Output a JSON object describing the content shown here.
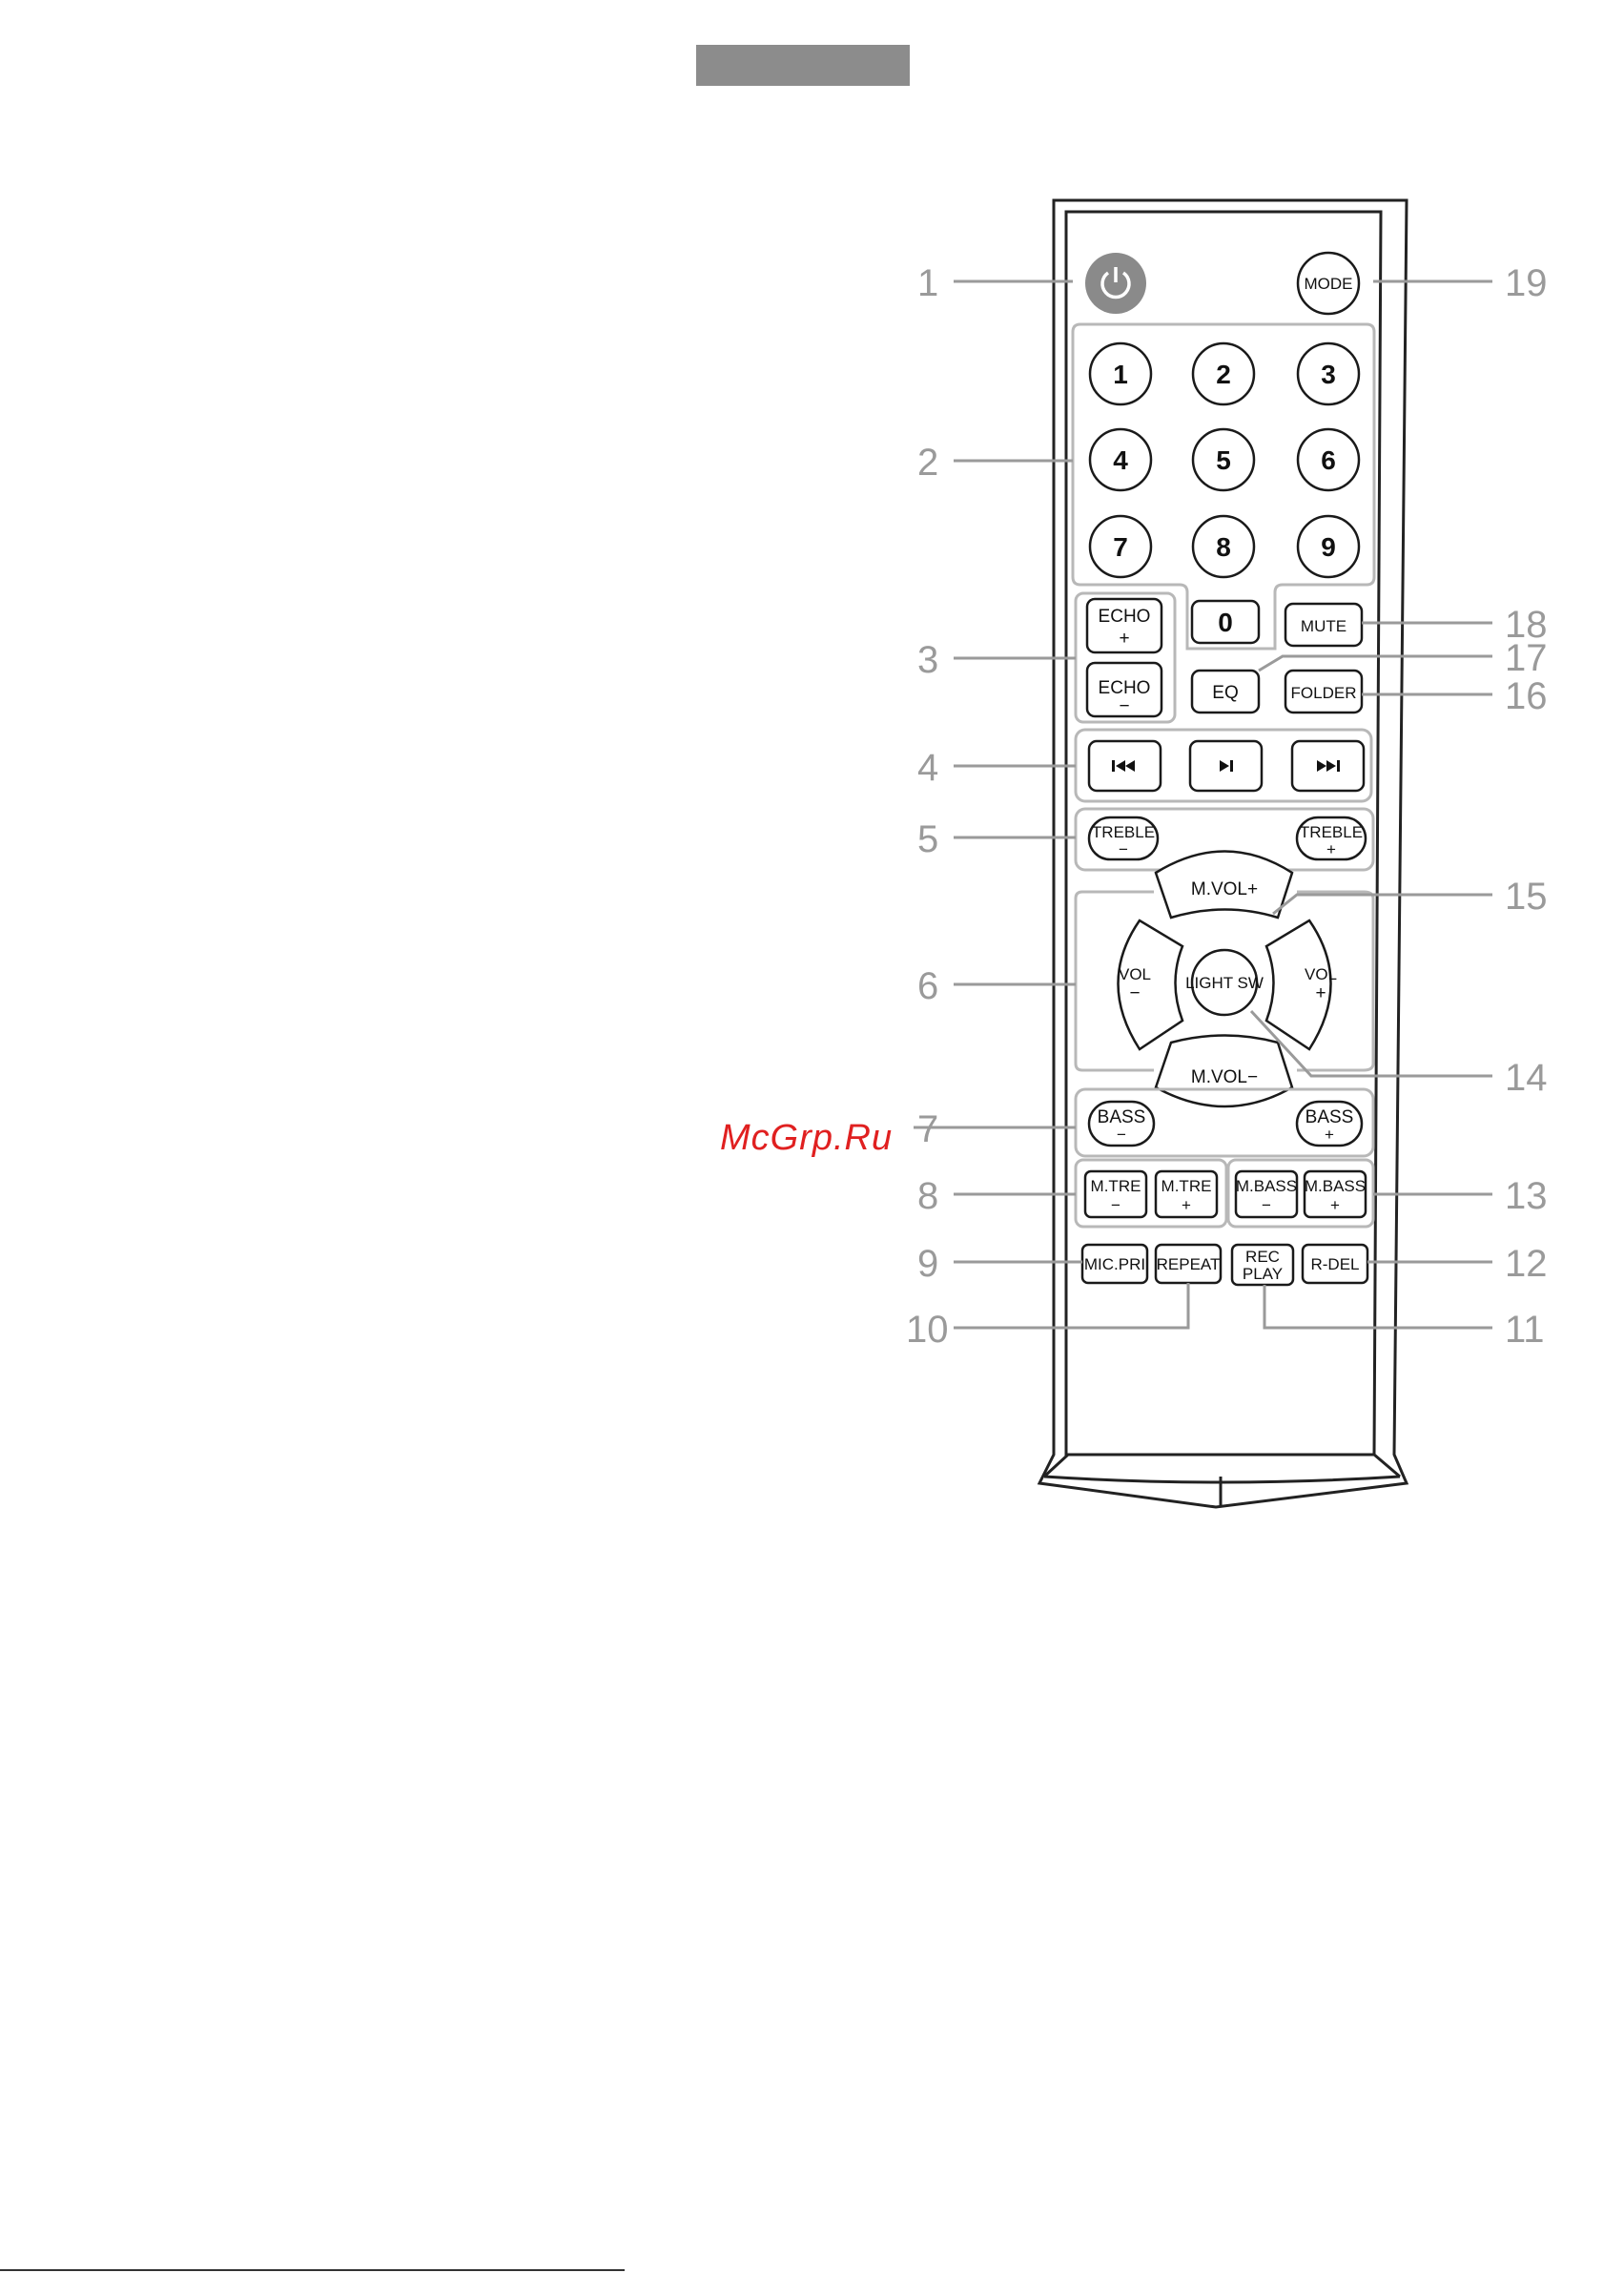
{
  "watermark": "McGrp.Ru",
  "callouts": {
    "c1": "1",
    "c2": "2",
    "c3": "3",
    "c4": "4",
    "c5": "5",
    "c6": "6",
    "c7": "7",
    "c8": "8",
    "c9": "9",
    "c10": "10",
    "c11": "11",
    "c12": "12",
    "c13": "13",
    "c14": "14",
    "c15": "15",
    "c16": "16",
    "c17": "17",
    "c18": "18",
    "c19": "19"
  },
  "buttons": {
    "mode": "MODE",
    "digits": [
      "1",
      "2",
      "3",
      "4",
      "5",
      "6",
      "7",
      "8",
      "9",
      "0"
    ],
    "echo_label": "ECHO",
    "echo_plus": "+",
    "echo_minus": "−",
    "mute": "MUTE",
    "eq": "EQ",
    "folder": "FOLDER",
    "treble_label": "TREBLE",
    "treble_minus": "−",
    "treble_plus": "+",
    "mvol_plus": "M.VOL+",
    "mvol_minus": "M.VOL−",
    "vol_label": "VOL",
    "vol_minus": "−",
    "vol_plus": "+",
    "light_sw": "LIGHT SW",
    "bass_label": "BASS",
    "bass_minus": "−",
    "bass_plus": "+",
    "mtre_label": "M.TRE",
    "mtre_minus": "−",
    "mtre_plus": "+",
    "mbass_label": "M.BASS",
    "mbass_minus": "−",
    "mbass_plus": "+",
    "mic_pri": "MIC.PRI",
    "repeat": "REPEAT",
    "rec": "REC",
    "play": "PLAY",
    "r_del": "R-DEL"
  },
  "icons": {
    "power": "power-icon",
    "prev": "skip-previous-icon",
    "play_pause": "play-pause-icon",
    "next": "skip-next-icon"
  },
  "colors": {
    "power_button": "#8a8a8a",
    "header_bar": "#8c8c8c",
    "callout_gray": "#9a9a9a",
    "watermark_red": "#e02020"
  }
}
